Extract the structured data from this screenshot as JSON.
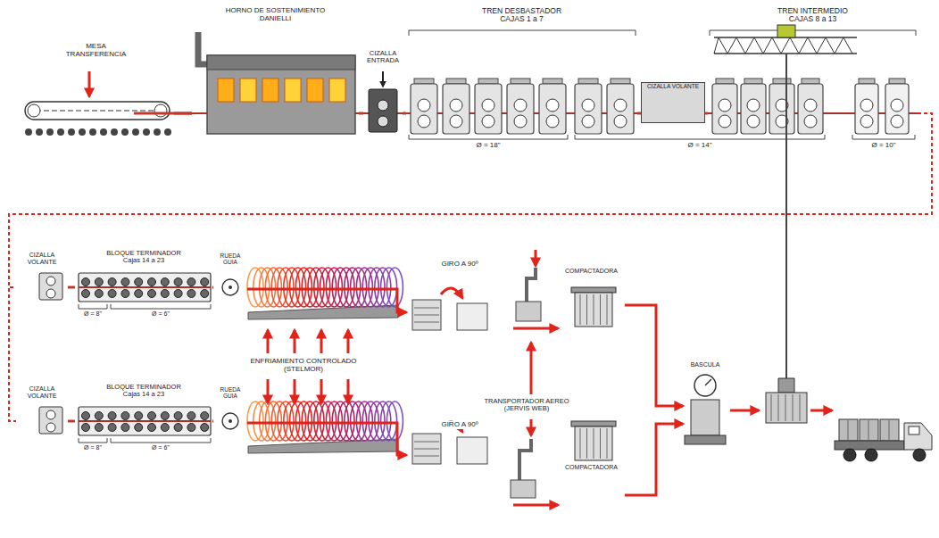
{
  "diagram": {
    "nodes": [
      {
        "text": [
          "MESA TRANSFERENCIA"
        ]
      },
      {
        "text": [
          "HORNO DE SOSTENIMIENTO",
          "DANIELLI"
        ]
      },
      {
        "text": [
          "CIZALLA ENTRADA"
        ]
      },
      {
        "text": [
          "TREN DESBASTADOR",
          "CAJAS 1 a 7"
        ]
      },
      {
        "text": [
          "CIZALLA VOLANTE"
        ]
      },
      {
        "text": [
          "TREN INTERMEDIO",
          "CAJAS 8 a 13"
        ]
      },
      {
        "text": [
          "CIZALLA VOLANTE"
        ]
      },
      {
        "text": [
          "BLOQUE TERMINADOR",
          "Cajas 14 a 23"
        ]
      },
      {
        "text": [
          "RUEDA GUIA"
        ]
      },
      {
        "text": [
          "GIRO A 90º"
        ]
      },
      {
        "text": [
          "COMPACTADORA"
        ]
      },
      {
        "text": [
          "CIZALLA VOLANTE"
        ]
      },
      {
        "text": [
          "BLOQUE TERMINADOR",
          "Cajas 14 a 23"
        ]
      },
      {
        "text": [
          "RUEDA GUIA"
        ]
      },
      {
        "text": [
          "GIRO A 90º"
        ]
      },
      {
        "text": [
          "COMPACTADORA"
        ]
      },
      {
        "text": [
          "BASCULA"
        ]
      }
    ],
    "edges": [
      {
        "from": 0,
        "to": 1,
        "arrow": "none"
      },
      {
        "from": 1,
        "to": 2,
        "arrow": "none"
      },
      {
        "from": 2,
        "to": 3,
        "arrow": "none"
      },
      {
        "from": 3,
        "to": 4,
        "arrow": "none"
      },
      {
        "from": 4,
        "to": 5,
        "arrow": "none"
      },
      {
        "from": 5,
        "to": 6,
        "arrow": "none"
      },
      {
        "from": 5,
        "to": 11,
        "arrow": "none"
      },
      {
        "from": 6,
        "to": 7,
        "arrow": "none"
      },
      {
        "from": 7,
        "to": 8,
        "arrow": "none"
      },
      {
        "from": 8,
        "to": 9,
        "arrow": "to"
      },
      {
        "from": 9,
        "to": 10,
        "arrow": "to"
      },
      {
        "from": 10,
        "to": 16,
        "arrow": "to"
      },
      {
        "from": 11,
        "to": 12,
        "arrow": "none"
      },
      {
        "from": 12,
        "to": 13,
        "arrow": "none"
      },
      {
        "from": 13,
        "to": 14,
        "arrow": "to"
      },
      {
        "from": 14,
        "to": 15,
        "arrow": "to"
      },
      {
        "from": 15,
        "to": 16,
        "arrow": "to"
      }
    ],
    "labels": [
      "Ø = 18\"",
      "Ø = 14\"",
      "Ø = 10\"",
      "Ø = 8\"",
      "Ø = 6\"",
      "Ø = 8\"",
      "Ø = 6\"",
      "ENFRIAMIENTO CONTROLADO (STELMOR)",
      "TRANSPORTADOR AEREO (JERVIS WEB)"
    ]
  }
}
